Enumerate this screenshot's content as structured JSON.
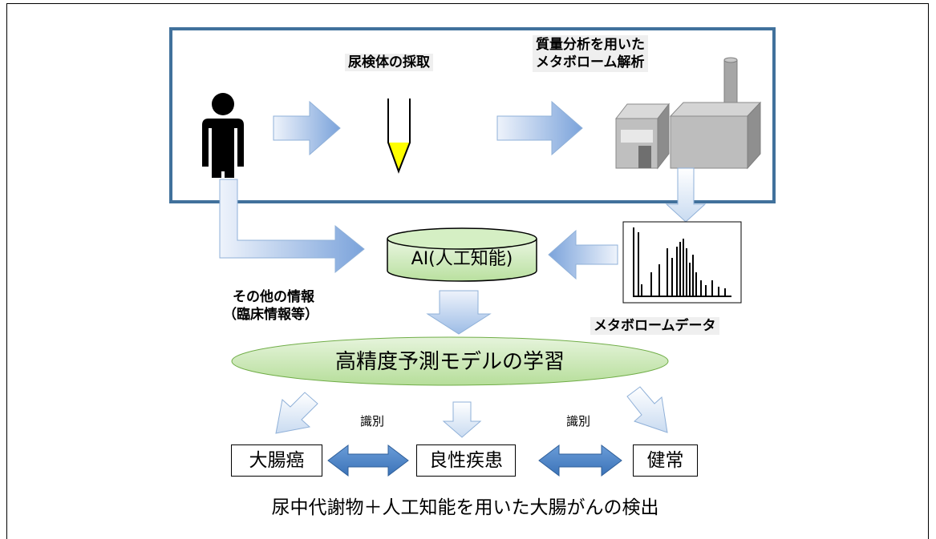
{
  "labels": {
    "urine_sampling": "尿検体の採取",
    "mass_spec_line1": "質量分析を用いた",
    "mass_spec_line2": "メタボローム解析",
    "other_info_line1": "その他の情報",
    "other_info_line2": "（臨床情報等）",
    "metabolome_data": "メタボロームデータ",
    "ai": "AI(人工知能)",
    "model": "高精度予測モデルの学習",
    "discriminate_left": "識別",
    "discriminate_right": "識別"
  },
  "outcomes": {
    "cancer": "大腸癌",
    "benign": "良性疾患",
    "healthy": "健常"
  },
  "caption": "尿中代謝物＋人工知能を用いた大腸がんの検出",
  "colors": {
    "box_border": "#41719C",
    "arrow_fill_light": "#dfe9f7",
    "arrow_fill_dark": "#7ba3db",
    "arrow_stroke": "#8fb0d8",
    "ai_fill": "#c8e7b4",
    "tube_liquid": "#ffff00",
    "double_arrow": "#4f86c6"
  },
  "icons": [
    "person-icon",
    "sample-tube-icon",
    "mass-spectrometer-icon",
    "spectrum-chart-icon"
  ]
}
